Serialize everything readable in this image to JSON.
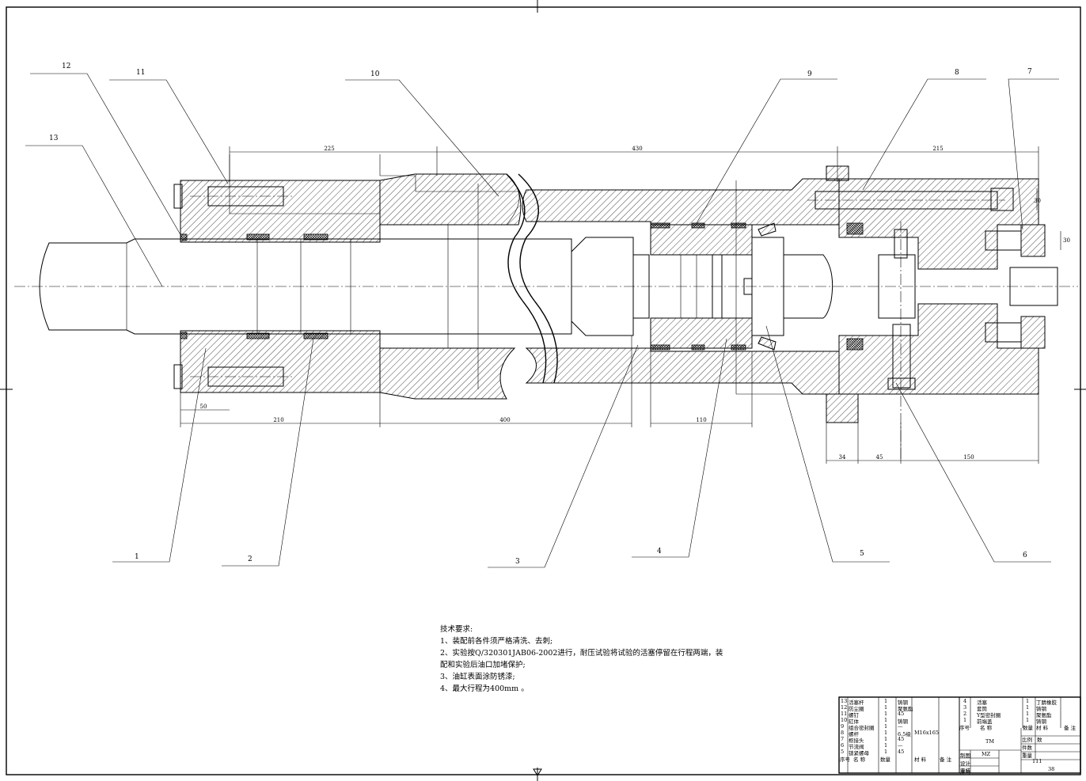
{
  "callouts": [
    "1",
    "2",
    "3",
    "4",
    "5",
    "6",
    "7",
    "8",
    "9",
    "10",
    "11",
    "12",
    "13"
  ],
  "dimensions": {
    "top_left": "225",
    "top_mid": "430",
    "top_right": "215",
    "bot_210": "210",
    "bot_400": "400",
    "bot_110": "110",
    "bot_50": "50",
    "bot_34": "34",
    "bot_45": "45",
    "bot_150": "150",
    "right_30a": "30",
    "right_30b": "30"
  },
  "notes": {
    "title": "技术要求:",
    "line1": "1、装配前各件须严格清洗、去刺;",
    "line2": "2、实验按Q/320301JAB06-2002进行，耐压试验将试验的活塞停留在行程两端，装",
    "line3": "配和实验后油口加堵保护;",
    "line4": "3、油缸表面涂防锈漆;",
    "line5": "4、最大行程为400mm 。"
  },
  "bom_left": [
    {
      "no": "13",
      "name": "活塞杆",
      "qty": "1",
      "mat": "铸钢",
      "note": ""
    },
    {
      "no": "12",
      "name": "防尘圈",
      "qty": "1",
      "mat": "聚氨酯",
      "note": ""
    },
    {
      "no": "11",
      "name": "螺钉",
      "qty": "1",
      "mat": "45",
      "note": ""
    },
    {
      "no": "10",
      "name": "缸体",
      "qty": "1",
      "mat": "铸钢",
      "note": ""
    },
    {
      "no": "9",
      "name": "组合密封圈",
      "qty": "1",
      "mat": "—",
      "note": ""
    },
    {
      "no": "8",
      "name": "螺杆",
      "qty": "1",
      "mat": "6.5级",
      "note": "M16x165"
    },
    {
      "no": "7",
      "name": "枢接头",
      "qty": "1",
      "mat": "45",
      "note": ""
    },
    {
      "no": "6",
      "name": "节流阀",
      "qty": "1",
      "mat": "—",
      "note": ""
    },
    {
      "no": "5",
      "name": "锁紧螺母",
      "qty": "1",
      "mat": "45",
      "note": ""
    }
  ],
  "bom_left_header": {
    "no": "序号",
    "name": "名  称",
    "qty": "数量",
    "mat": "材  料",
    "note": "备  注"
  },
  "bom_right": [
    {
      "no": "4",
      "name": "活塞",
      "qty": "1",
      "mat": "丁腈橡胶"
    },
    {
      "no": "3",
      "name": "套筒",
      "qty": "1",
      "mat": "铸钢"
    },
    {
      "no": "2",
      "name": "Y型密封圈",
      "qty": "1",
      "mat": "聚氨酯"
    },
    {
      "no": "1",
      "name": "前端盖",
      "qty": "1",
      "mat": "铸钢"
    }
  ],
  "bom_right_header": {
    "no": "序号",
    "name": "名  称",
    "qty": "数量",
    "mat": "材  料",
    "note": "备 注"
  },
  "title_block": {
    "title": "TM",
    "scale_label": "比例",
    "scale_value": "数",
    "parts_label": "件数",
    "weight_label": "重量",
    "drawn_label": "制图",
    "drawn_value": "MZ",
    "design_label": "设计",
    "check_label": "审核",
    "code": "111",
    "sheet_no": "序号",
    "page_mark": "38"
  }
}
